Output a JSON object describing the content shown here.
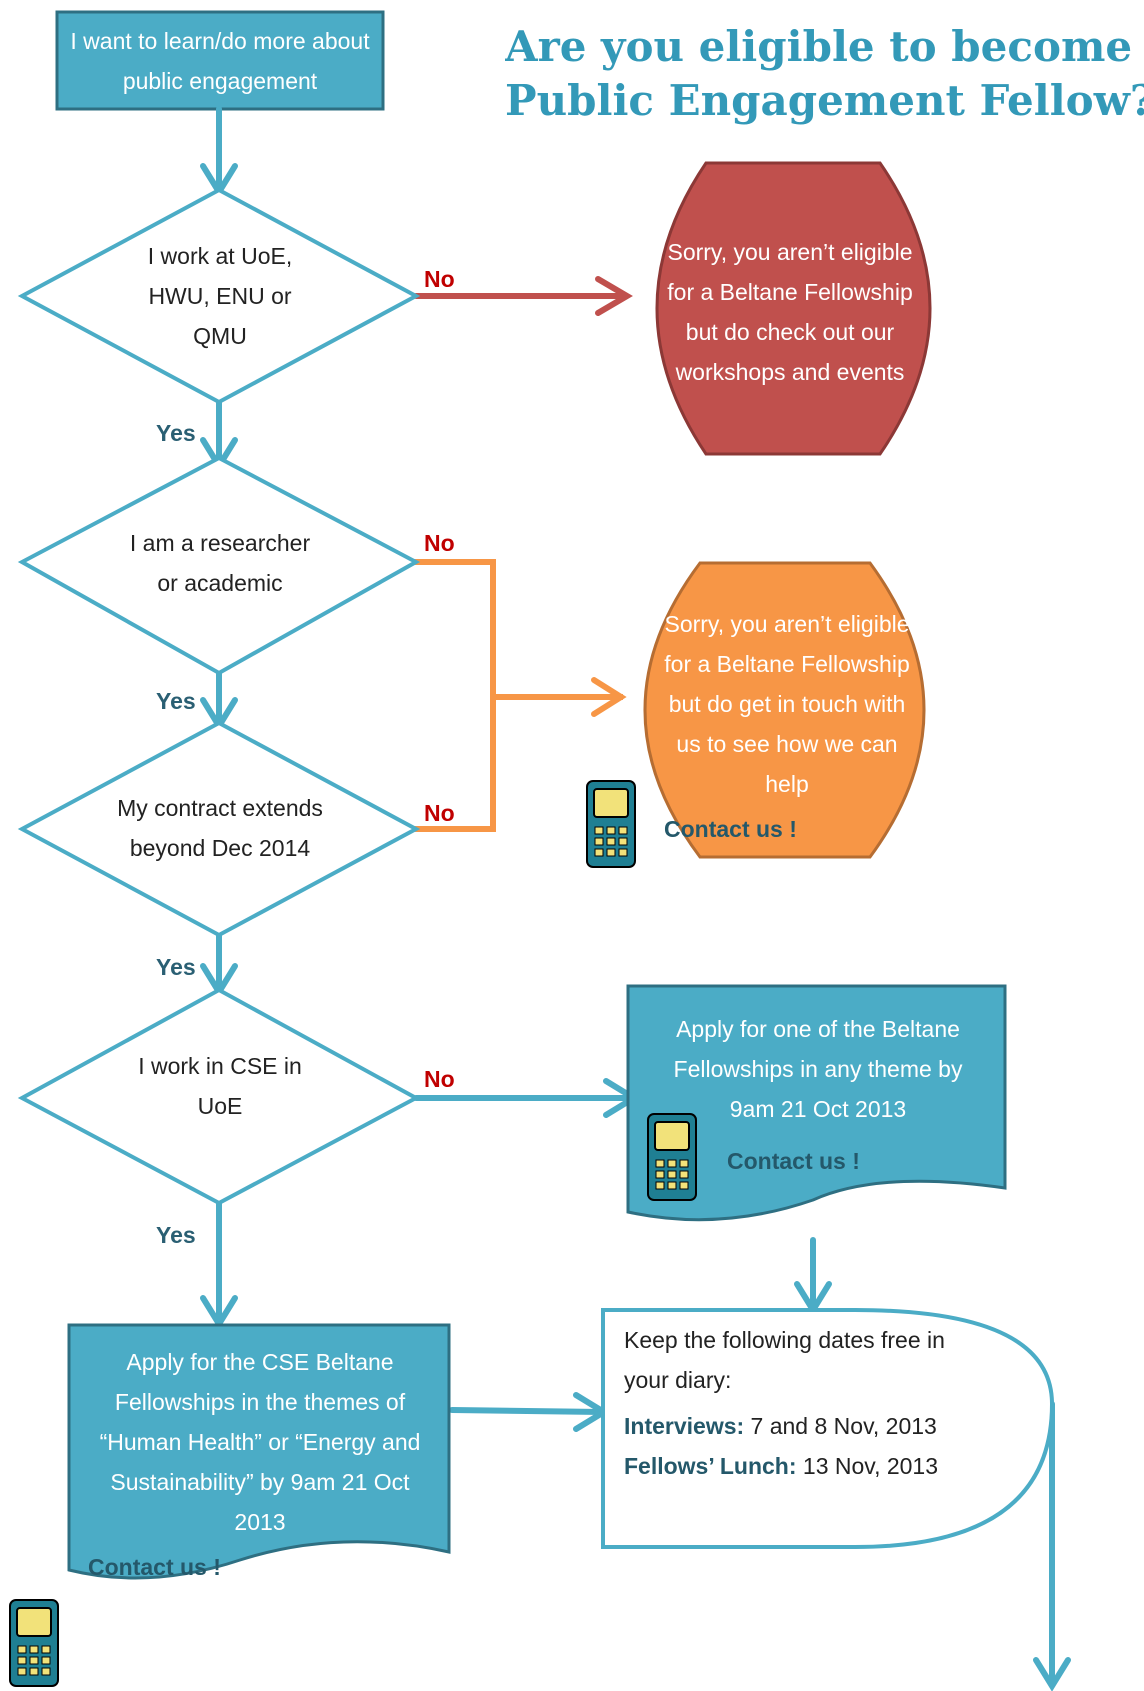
{
  "title": {
    "line1": "Are you eligible to become a Beltane",
    "line2": "Public Engagement Fellow??"
  },
  "nodes": {
    "start": "I want to learn/do more about public engagement",
    "q1": "I work at UoE, HWU, ENU or QMU",
    "q2": "I am a researcher or academic",
    "q3": "My contract extends beyond Dec 2014",
    "q4": "I work in CSE in UoE",
    "sorry1": "Sorry, you aren’t eligible for a Beltane Fellowship but do check out our workshops and events",
    "sorry2": "Sorry, you aren’t eligible for a Beltane Fellowship but do get in touch with us to see how we can help",
    "apply_any": "Apply for one of the Beltane Fellowships in any theme by 9am 21 Oct 2013",
    "apply_cse": "Apply for the CSE Beltane Fellowships in the themes of “Human Health” or “Energy and Sustainability” by 9am 21 Oct 2013",
    "dates": {
      "intro": "Keep the following dates free in your diary:",
      "interviews_label": "Interviews:",
      "interviews_value": "7 and 8 Nov, 2013",
      "lunch_label": "Fellows’ Lunch:",
      "lunch_value": "13 Nov, 2013"
    }
  },
  "edges": {
    "no": "No",
    "yes": "Yes"
  },
  "contact_label": "Contact us !",
  "colors": {
    "teal": "#4bacc6",
    "red": "#c0504d",
    "orange": "#f79646",
    "dark_teal": "#24586a"
  },
  "icons": [
    "phone-icon"
  ]
}
